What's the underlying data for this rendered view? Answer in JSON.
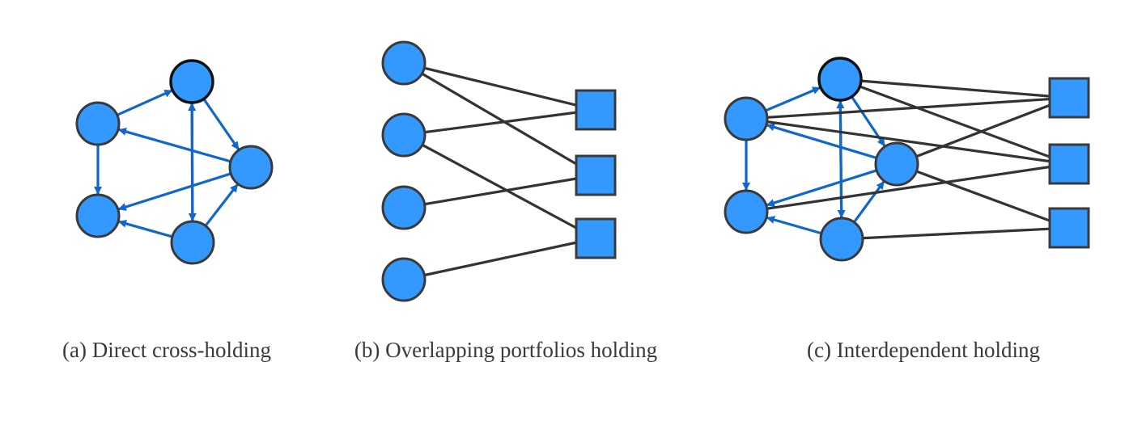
{
  "colors": {
    "node_fill": "#3399ff",
    "node_stroke": "#3a3a3a",
    "highlight_stroke": "#111111",
    "arrow": "#1166cc",
    "edge": "#333333"
  },
  "panels": [
    {
      "id": "a",
      "caption": "(a) Direct cross-holding",
      "nodes": [
        {
          "id": "a1",
          "shape": "circle",
          "highlight": true
        },
        {
          "id": "a2",
          "shape": "circle"
        },
        {
          "id": "a3",
          "shape": "circle"
        },
        {
          "id": "a4",
          "shape": "circle"
        },
        {
          "id": "a5",
          "shape": "circle"
        }
      ],
      "edges": [
        {
          "from": "a2",
          "to": "a1",
          "type": "arrow"
        },
        {
          "from": "a1",
          "to": "a3",
          "type": "arrow"
        },
        {
          "from": "a2",
          "to": "a4",
          "type": "arrow"
        },
        {
          "from": "a3",
          "to": "a2",
          "type": "arrow"
        },
        {
          "from": "a3",
          "to": "a4",
          "type": "arrow"
        },
        {
          "from": "a5",
          "to": "a4",
          "type": "arrow"
        },
        {
          "from": "a5",
          "to": "a3",
          "type": "arrow"
        },
        {
          "from": "a1",
          "to": "a5",
          "type": "arrow"
        },
        {
          "from": "a5",
          "to": "a1",
          "type": "arrow"
        }
      ]
    },
    {
      "id": "b",
      "caption": "(b) Overlapping portfolios holding",
      "nodes": [
        {
          "id": "b1",
          "shape": "circle"
        },
        {
          "id": "b2",
          "shape": "circle"
        },
        {
          "id": "b3",
          "shape": "circle"
        },
        {
          "id": "b4",
          "shape": "circle"
        },
        {
          "id": "s1",
          "shape": "square"
        },
        {
          "id": "s2",
          "shape": "square"
        },
        {
          "id": "s3",
          "shape": "square"
        }
      ],
      "edges": [
        {
          "from": "b1",
          "to": "s1",
          "type": "line"
        },
        {
          "from": "b1",
          "to": "s2",
          "type": "line"
        },
        {
          "from": "b2",
          "to": "s1",
          "type": "line"
        },
        {
          "from": "b2",
          "to": "s3",
          "type": "line"
        },
        {
          "from": "b3",
          "to": "s2",
          "type": "line"
        },
        {
          "from": "b4",
          "to": "s3",
          "type": "line"
        }
      ]
    },
    {
      "id": "c",
      "caption": "(c) Interdependent holding",
      "nodes": [
        {
          "id": "c1",
          "shape": "circle",
          "highlight": true
        },
        {
          "id": "c2",
          "shape": "circle"
        },
        {
          "id": "c3",
          "shape": "circle"
        },
        {
          "id": "c4",
          "shape": "circle"
        },
        {
          "id": "c5",
          "shape": "circle"
        },
        {
          "id": "t1",
          "shape": "square"
        },
        {
          "id": "t2",
          "shape": "square"
        },
        {
          "id": "t3",
          "shape": "square"
        }
      ],
      "edges": [
        {
          "from": "c2",
          "to": "c1",
          "type": "arrow"
        },
        {
          "from": "c1",
          "to": "c3",
          "type": "arrow"
        },
        {
          "from": "c2",
          "to": "c4",
          "type": "arrow"
        },
        {
          "from": "c3",
          "to": "c2",
          "type": "arrow"
        },
        {
          "from": "c3",
          "to": "c4",
          "type": "arrow"
        },
        {
          "from": "c5",
          "to": "c4",
          "type": "arrow"
        },
        {
          "from": "c5",
          "to": "c3",
          "type": "arrow"
        },
        {
          "from": "c1",
          "to": "c5",
          "type": "arrow"
        },
        {
          "from": "c5",
          "to": "c1",
          "type": "arrow"
        },
        {
          "from": "c1",
          "to": "t1",
          "type": "line"
        },
        {
          "from": "c1",
          "to": "t2",
          "type": "line"
        },
        {
          "from": "c2",
          "to": "t1",
          "type": "line"
        },
        {
          "from": "c2",
          "to": "t2",
          "type": "line"
        },
        {
          "from": "c3",
          "to": "t1",
          "type": "line"
        },
        {
          "from": "c3",
          "to": "t3",
          "type": "line"
        },
        {
          "from": "c4",
          "to": "t2",
          "type": "line"
        },
        {
          "from": "c5",
          "to": "t3",
          "type": "line"
        }
      ]
    }
  ]
}
